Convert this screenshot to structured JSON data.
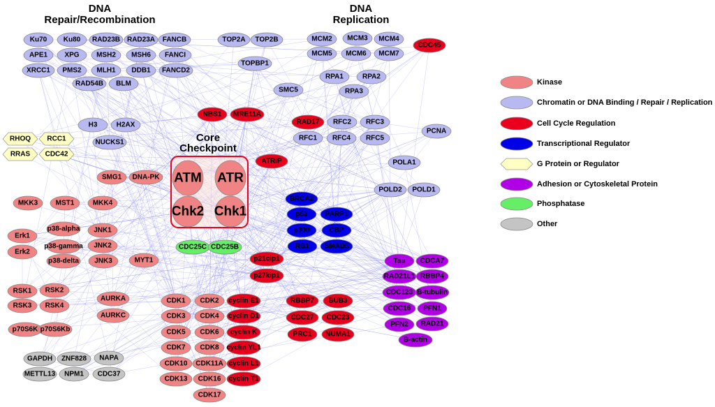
{
  "titles": {
    "repair": [
      "DNA",
      "Repair/Recombination"
    ],
    "replication": [
      "DNA",
      "Replication"
    ],
    "core": [
      "Core",
      "Checkpoint"
    ]
  },
  "colors": {
    "kinase": "#f08484",
    "chromatin": "#b9b9f2",
    "cellcycle": "#e8001c",
    "transcription": "#0000e6",
    "gprotein": "#ffffc4",
    "adhesion": "#b000e6",
    "phosphatase": "#66ee66",
    "other": "#c4c4c4",
    "edge": "#8c8cf0",
    "core_box": "#e8001c"
  },
  "legend": [
    {
      "category": "kinase",
      "label": "Kinase"
    },
    {
      "category": "chromatin",
      "label": "Chromatin or DNA Binding / Repair / Replication"
    },
    {
      "category": "cellcycle",
      "label": "Cell Cycle Regulation"
    },
    {
      "category": "transcription",
      "label": "Transcriptional Regulator"
    },
    {
      "category": "gprotein",
      "label": "G Protein or Regulator"
    },
    {
      "category": "adhesion",
      "label": "Adhesion or Cytoskeletal Protein"
    },
    {
      "category": "phosphatase",
      "label": "Phosphatase"
    },
    {
      "category": "other",
      "label": "Other"
    }
  ],
  "nodes": [
    [
      "Ku70",
      "chromatin"
    ],
    [
      "Ku80",
      "chromatin"
    ],
    [
      "RAD23B",
      "chromatin"
    ],
    [
      "RAD23A",
      "chromatin"
    ],
    [
      "FANCB",
      "chromatin"
    ],
    [
      "TOP2A",
      "chromatin"
    ],
    [
      "TOP2B",
      "chromatin"
    ],
    [
      "APE1",
      "chromatin"
    ],
    [
      "XPG",
      "chromatin"
    ],
    [
      "MSH2",
      "chromatin"
    ],
    [
      "MSH6",
      "chromatin"
    ],
    [
      "FANCI",
      "chromatin"
    ],
    [
      "XRCC1",
      "chromatin"
    ],
    [
      "PMS2",
      "chromatin"
    ],
    [
      "MLH1",
      "chromatin"
    ],
    [
      "DDB1",
      "chromatin"
    ],
    [
      "FANCD2",
      "chromatin"
    ],
    [
      "TOPBP1",
      "chromatin"
    ],
    [
      "RAD54B",
      "chromatin"
    ],
    [
      "BLM",
      "chromatin"
    ],
    [
      "SMC5",
      "chromatin"
    ],
    [
      "NBS1",
      "cellcycle"
    ],
    [
      "MRE11A",
      "cellcycle"
    ],
    [
      "H3",
      "chromatin"
    ],
    [
      "H2AX",
      "chromatin"
    ],
    [
      "NUCKS1",
      "chromatin"
    ],
    [
      "RHOQ",
      "gprotein"
    ],
    [
      "RCC1",
      "gprotein"
    ],
    [
      "RRAS",
      "gprotein"
    ],
    [
      "CDC42",
      "gprotein"
    ],
    [
      "SMG1",
      "kinase"
    ],
    [
      "DNA-PK",
      "kinase"
    ],
    [
      "ATM",
      "kinase"
    ],
    [
      "ATR",
      "kinase"
    ],
    [
      "Chk2",
      "kinase"
    ],
    [
      "Chk1",
      "kinase"
    ],
    [
      "ATRIP",
      "cellcycle"
    ],
    [
      "MKK3",
      "kinase"
    ],
    [
      "MST1",
      "kinase"
    ],
    [
      "MKK4",
      "kinase"
    ],
    [
      "p38-alpha",
      "kinase"
    ],
    [
      "JNK1",
      "kinase"
    ],
    [
      "Erk1",
      "kinase"
    ],
    [
      "p38-gamma",
      "kinase"
    ],
    [
      "JNK2",
      "kinase"
    ],
    [
      "Erk2",
      "kinase"
    ],
    [
      "p38-delta",
      "kinase"
    ],
    [
      "JNK3",
      "kinase"
    ],
    [
      "MYT1",
      "kinase"
    ],
    [
      "CDC25C",
      "phosphatase"
    ],
    [
      "CDC25B",
      "phosphatase"
    ],
    [
      "p21cip1",
      "cellcycle"
    ],
    [
      "p27kip1",
      "cellcycle"
    ],
    [
      "RSK1",
      "kinase"
    ],
    [
      "RSK2",
      "kinase"
    ],
    [
      "RSK3",
      "kinase"
    ],
    [
      "RSK4",
      "kinase"
    ],
    [
      "AURKA",
      "kinase"
    ],
    [
      "AURKC",
      "kinase"
    ],
    [
      "p70S6K",
      "kinase"
    ],
    [
      "p70S6Kb",
      "kinase"
    ],
    [
      "GAPDH",
      "other"
    ],
    [
      "ZNF828",
      "other"
    ],
    [
      "NAPA",
      "other"
    ],
    [
      "METTL13",
      "other"
    ],
    [
      "NPM1",
      "other"
    ],
    [
      "CDC37",
      "other"
    ],
    [
      "CDK1",
      "kinase"
    ],
    [
      "CDK2",
      "kinase"
    ],
    [
      "cyclin E1",
      "cellcycle"
    ],
    [
      "CDK3",
      "kinase"
    ],
    [
      "CDK4",
      "kinase"
    ],
    [
      "cyclin D1",
      "cellcycle"
    ],
    [
      "CDK5",
      "kinase"
    ],
    [
      "CDK6",
      "kinase"
    ],
    [
      "cyclin K",
      "cellcycle"
    ],
    [
      "CDK7",
      "kinase"
    ],
    [
      "CDK8",
      "kinase"
    ],
    [
      "cyclin YL1",
      "cellcycle"
    ],
    [
      "CDK10",
      "kinase"
    ],
    [
      "CDK11A",
      "kinase"
    ],
    [
      "cyclin L1",
      "cellcycle"
    ],
    [
      "CDK13",
      "kinase"
    ],
    [
      "CDK16",
      "kinase"
    ],
    [
      "cyclin T1",
      "cellcycle"
    ],
    [
      "CDK17",
      "kinase"
    ],
    [
      "MCM2",
      "chromatin"
    ],
    [
      "MCM3",
      "chromatin"
    ],
    [
      "MCM4",
      "chromatin"
    ],
    [
      "MCM5",
      "chromatin"
    ],
    [
      "MCM6",
      "chromatin"
    ],
    [
      "MCM7",
      "chromatin"
    ],
    [
      "CDC45",
      "cellcycle"
    ],
    [
      "RPA1",
      "chromatin"
    ],
    [
      "RPA2",
      "chromatin"
    ],
    [
      "RPA3",
      "chromatin"
    ],
    [
      "RAD17",
      "cellcycle"
    ],
    [
      "RFC2",
      "chromatin"
    ],
    [
      "RFC3",
      "chromatin"
    ],
    [
      "RFC1",
      "chromatin"
    ],
    [
      "RFC4",
      "chromatin"
    ],
    [
      "RFC5",
      "chromatin"
    ],
    [
      "PCNA",
      "chromatin"
    ],
    [
      "POLA1",
      "chromatin"
    ],
    [
      "POLD2",
      "chromatin"
    ],
    [
      "POLD1",
      "chromatin"
    ],
    [
      "BRCA2",
      "transcription"
    ],
    [
      "p53",
      "transcription"
    ],
    [
      "PARP1",
      "transcription"
    ],
    [
      "p300",
      "transcription"
    ],
    [
      "CBP",
      "transcription"
    ],
    [
      "RB1",
      "transcription"
    ],
    [
      "SMAD5",
      "transcription"
    ],
    [
      "Tau",
      "adhesion"
    ],
    [
      "CDCA7",
      "adhesion"
    ],
    [
      "RAD21L1",
      "adhesion"
    ],
    [
      "RBBP4",
      "adhesion"
    ],
    [
      "CDC123",
      "adhesion"
    ],
    [
      "B-tubulin",
      "adhesion"
    ],
    [
      "CDC16",
      "adhesion"
    ],
    [
      "PFN1",
      "adhesion"
    ],
    [
      "PFN2",
      "adhesion"
    ],
    [
      "RAD21",
      "adhesion"
    ],
    [
      "B-actin",
      "adhesion"
    ],
    [
      "RBBP7",
      "cellcycle"
    ],
    [
      "BUB3",
      "cellcycle"
    ],
    [
      "CDC27",
      "cellcycle"
    ],
    [
      "CDC23",
      "cellcycle"
    ],
    [
      "PRC1",
      "cellcycle"
    ],
    [
      "NUMA1",
      "cellcycle"
    ]
  ]
}
